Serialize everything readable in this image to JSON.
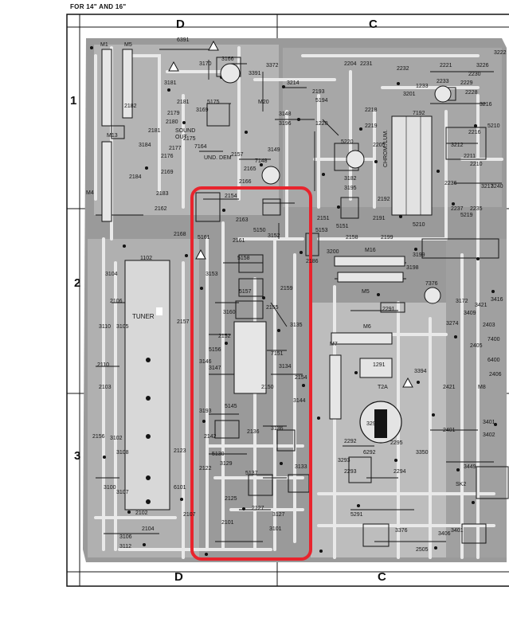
{
  "header": {
    "text": "FOR 14\" AND 16\""
  },
  "zones": {
    "top_left": "D",
    "top_right": "C",
    "bottom_left": "D",
    "bottom_right": "C"
  },
  "rows": [
    "1",
    "2",
    "3"
  ],
  "highlight": {
    "color": "#e8242d"
  },
  "colors": {
    "ink": "#141414",
    "board": "#9a9a9a",
    "board_light": "#c4c4c4",
    "trace": "#e9e9e9"
  },
  "labels": {
    "m1": "M1",
    "m5": "M5",
    "m13": "M13",
    "m4": "M4",
    "m20": "M20",
    "m16": "M16",
    "m6": "M6",
    "m7": "M7",
    "m8": "M8",
    "m5b": "M5",
    "c6391": "6391",
    "c3170": "3170",
    "c3166": "3166",
    "c3391": "3391",
    "c3372": "3372",
    "c2204": "2204",
    "c2231": "2231",
    "c2232": "2232",
    "c2221": "2221",
    "c3226": "3226",
    "c2230": "2230",
    "c3222": "3222",
    "c3181": "3181",
    "c2181": "2181",
    "c2182": "2182",
    "c2179": "2179",
    "c3169": "3169",
    "c5175": "5175",
    "c3214": "3214",
    "c2193": "2193",
    "c5194": "5194",
    "c3201": "3201",
    "c1233": "1233",
    "c2233": "2233",
    "c2229": "2229",
    "c2228": "2228",
    "c3216": "3216",
    "c2180": "2180",
    "c3148": "3148",
    "c3196": "3196",
    "c2218": "2218",
    "c2219": "2219",
    "c7192": "7192",
    "c1220": "1220",
    "c2181b": "2181",
    "sound_out": "SOUND\nOUT",
    "c2175": "2175",
    "c3184": "3184",
    "c7164": "7164",
    "und_dem": "UND. DEM",
    "c3149": "3149",
    "c5220": "5220",
    "c2205": "2205",
    "c2216": "2216",
    "c5210": "5210",
    "c2177": "2177",
    "c2176": "2176",
    "c2157": "2157",
    "c2165": "2165",
    "c7148": "7148",
    "c2184": "2184",
    "c2169": "2169",
    "c2166": "2166",
    "c3182": "3182",
    "c3195": "3195",
    "c2183": "2183",
    "c2154": "2154",
    "c2192": "2192",
    "c2236": "2236",
    "c2237": "2237",
    "c2162": "2162",
    "c2163": "2163",
    "c2151": "2151",
    "c2191": "2191",
    "c5219": "5219",
    "c2168": "2168",
    "c5161": "5161",
    "c2161": "2161",
    "c5150": "5150",
    "c3152": "3152",
    "c5153": "5153",
    "c5151": "5151",
    "c2158": "2158",
    "c2199": "2199",
    "c5210b": "5210",
    "c1102": "1102",
    "c3104": "3104",
    "c2106": "2106",
    "c5158": "5158",
    "c3153": "3153",
    "c3199": "3199",
    "c3198": "3198",
    "c2186": "2186",
    "c3200": "3200",
    "c7376": "7376",
    "c3172": "3172",
    "c3409": "3409",
    "c3421": "3421",
    "c3416": "3416",
    "tuner": "TUNER",
    "c3110": "3110",
    "c3105": "3105",
    "c2157b": "2157",
    "c3160": "3160",
    "c5157": "5157",
    "c2155": "2155",
    "c2159": "2159",
    "c2291": "2291",
    "c3274": "3274",
    "c2403": "2403",
    "c2152": "2152",
    "c5156": "5156",
    "c3135": "3135",
    "c7151": "7151",
    "c1291": "1291",
    "c7400": "7400",
    "c2405": "2405",
    "c2110": "2110",
    "c3146": "3146",
    "c3147": "3147",
    "c3134": "3134",
    "c2154b": "2154",
    "c3394": "3394",
    "c6400": "6400",
    "c2406": "2406",
    "c2103": "2103",
    "c2150": "2150",
    "c3144": "3144",
    "t2a": "T2A",
    "c2421": "2421",
    "c3193": "3193",
    "c5145": "5145",
    "c3292": "3292",
    "c2142": "2142",
    "c3136": "3136",
    "c2136": "2136",
    "c2401": "2401",
    "c3401": "3401",
    "c3402": "3402",
    "c2156": "2156",
    "c3102": "3102",
    "c3108": "3108",
    "c5130": "5130",
    "c3129": "3129",
    "c2292": "2292",
    "c2295": "2295",
    "c6292": "6292",
    "c3350": "3350",
    "c3293": "3293",
    "c2123": "2123",
    "c2122": "2122",
    "c5137": "5137",
    "c3133": "3133",
    "c2293": "2293",
    "c2294": "2294",
    "c3449": "3449",
    "c6101": "6101",
    "c3100": "3100",
    "c3107": "3107",
    "sk2": "SK2",
    "c2125": "2125",
    "c3127": "3127",
    "c2102": "2102",
    "c2104": "2104",
    "c2101": "2101",
    "c3101": "3101",
    "c5291": "5291",
    "c3376": "3376",
    "c3406": "3406",
    "c3401b": "3401",
    "c2505": "2505",
    "c3106": "3106",
    "c3112": "3112",
    "chrom_lum": "CHROM./LUM.",
    "c2211": "2211",
    "c3212": "3212",
    "c2210": "2210",
    "c3217": "3217",
    "c3240": "3240",
    "c2235": "2235",
    "c2107": "2107",
    "c2127": "2127"
  }
}
